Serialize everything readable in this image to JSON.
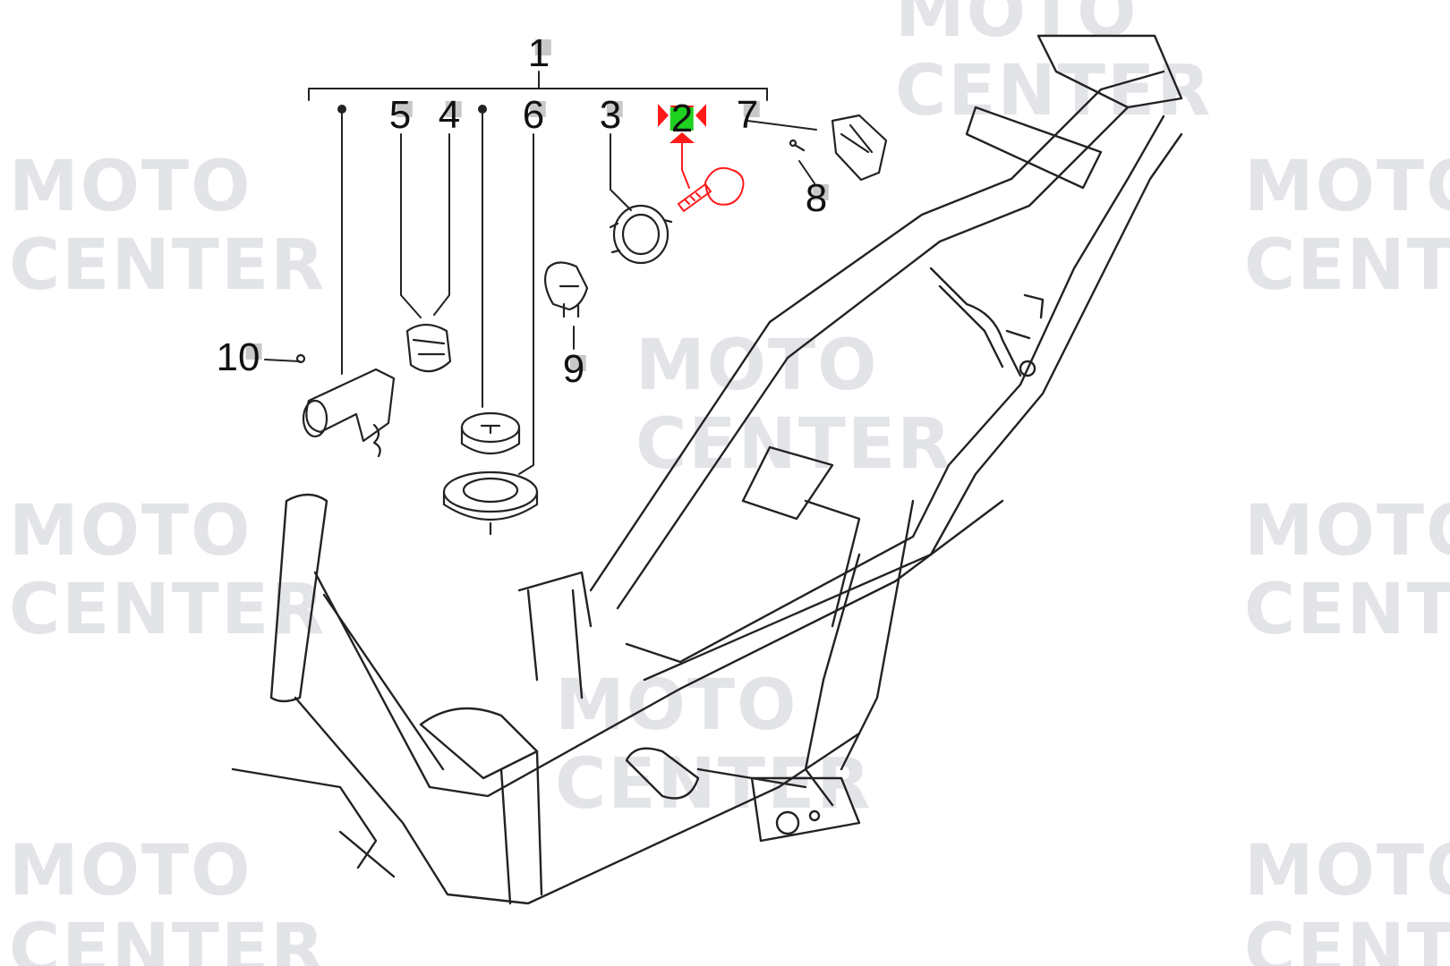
{
  "watermark": {
    "line1": "MOTO",
    "line2": "CENTER"
  },
  "callouts": {
    "p1": "1",
    "p2": "2",
    "p3": "3",
    "p4": "4",
    "p5": "5",
    "p6": "6",
    "p7": "7",
    "p8": "8",
    "p9": "9",
    "p10": "10"
  },
  "selected_part": "2",
  "colors": {
    "highlight": "#ff1a1a",
    "selected_marker": "#1fd21f",
    "watermark": "#e3e4e8"
  }
}
